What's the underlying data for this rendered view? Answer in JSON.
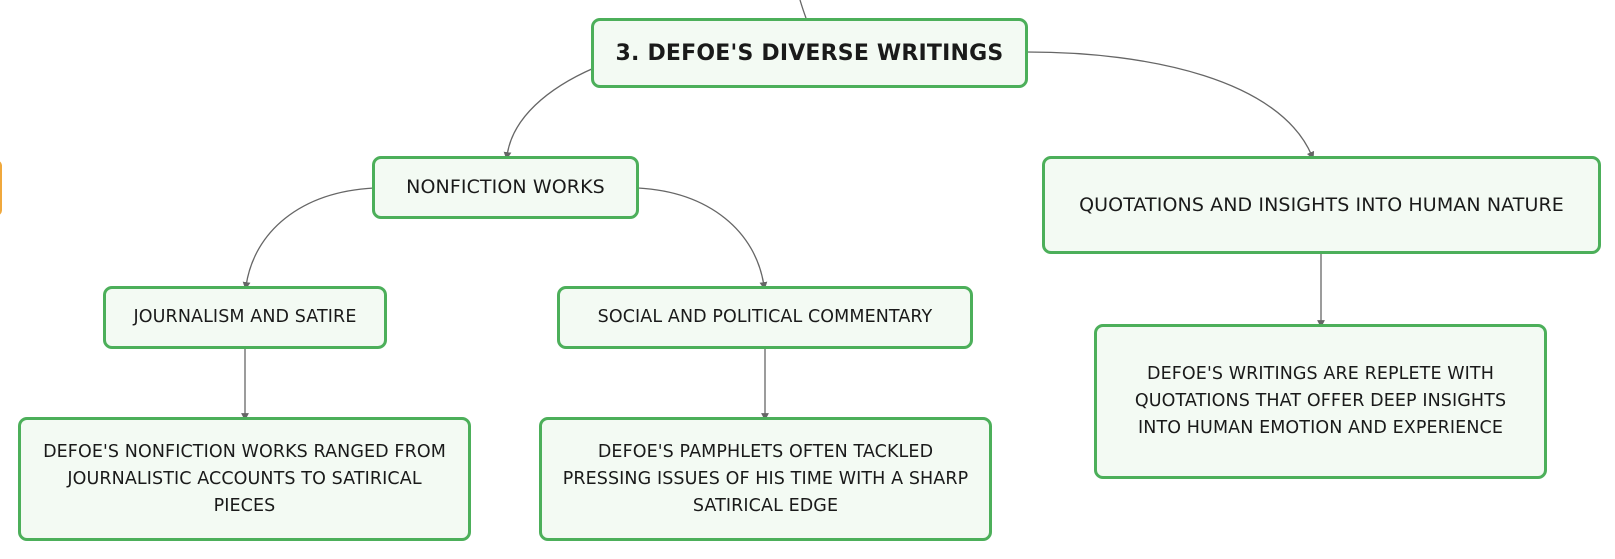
{
  "diagram": {
    "nodes": {
      "root": "3. DEFOE'S DIVERSE WRITINGS",
      "nonfiction": "NONFICTION WORKS",
      "quotations": "QUOTATIONS AND INSIGHTS INTO HUMAN NATURE",
      "journalism": "JOURNALISM AND SATIRE",
      "commentary": "SOCIAL AND POLITICAL COMMENTARY",
      "journalism_detail": "DEFOE'S NONFICTION WORKS RANGED FROM JOURNALISTIC ACCOUNTS TO SATIRICAL PIECES",
      "commentary_detail": "DEFOE'S PAMPHLETS OFTEN TACKLED PRESSING ISSUES OF HIS TIME WITH A SHARP SATIRICAL EDGE",
      "quotations_detail": "DEFOE'S WRITINGS ARE REPLETE WITH QUOTATIONS THAT OFFER DEEP INSIGHTS INTO HUMAN EMOTION AND EXPERIENCE"
    },
    "edges": [
      [
        "parent",
        "root"
      ],
      [
        "root",
        "nonfiction"
      ],
      [
        "root",
        "quotations"
      ],
      [
        "nonfiction",
        "journalism"
      ],
      [
        "nonfiction",
        "commentary"
      ],
      [
        "journalism",
        "journalism_detail"
      ],
      [
        "commentary",
        "commentary_detail"
      ],
      [
        "quotations",
        "quotations_detail"
      ]
    ],
    "colors": {
      "node_border": "#4caf5a",
      "node_fill": "#f3faf3",
      "connector": "#666666",
      "offpage_marker": "#f0a83c"
    }
  }
}
